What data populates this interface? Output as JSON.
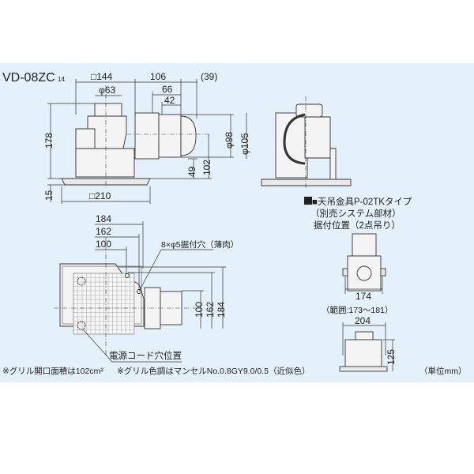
{
  "model": {
    "name": "VD-08ZC",
    "suffix": "14"
  },
  "side_view": {
    "dims": {
      "square_144": "□144",
      "d106": "106",
      "d39": "(39)",
      "phi63": "φ63",
      "d66": "66",
      "d42": "42",
      "d178": "178",
      "phi98": "φ98",
      "phi105": "φ105",
      "d49": "49",
      "d102": "102",
      "d15": "15",
      "square_210": "□210"
    }
  },
  "bracket": {
    "title": "■天吊金具P-02TKタイプ",
    "subtitle": "（別売システム部材）",
    "position": "据付位置（2点吊り）",
    "d174": "174",
    "range": "（範囲:173〜181）",
    "d204": "204",
    "d125": "125"
  },
  "plan_view": {
    "d184": "184",
    "d162": "162",
    "d100": "100",
    "holes": "8×φ5据付穴（薄肉）",
    "v100": "100",
    "v162": "162",
    "v184": "184",
    "cord": "電源コード穴位置"
  },
  "notes": {
    "grille_area": "※グリル開口面積は102cm²",
    "grille_color": "※グリル色調はマンセルNo.0.8GY9.0/0.5（近似色）",
    "unit": "（単位mm）"
  }
}
